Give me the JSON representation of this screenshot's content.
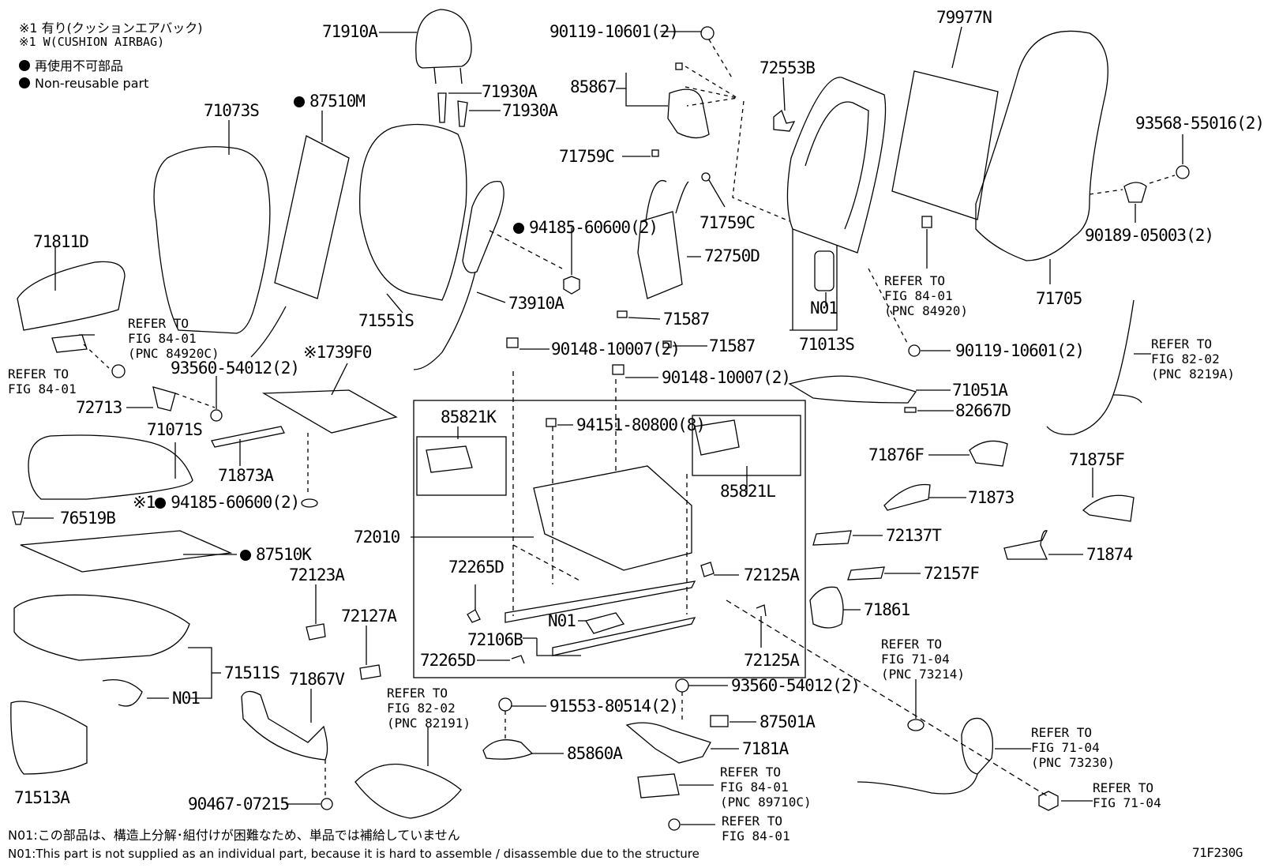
{
  "legend": {
    "note1_ja": "※1 有り(クッションエアバック)",
    "note1_en": "※1 W(CUSHION AIRBAG)",
    "nonreuse_ja": "再使用不可部品",
    "nonreuse_en": "Non-reusable part"
  },
  "footer": {
    "n01_ja": "N01:この部品は、構造上分解･組付けが困難なため、単品では補給していません",
    "n01_en": "N01:This part is not supplied as an individual part, because it is hard to assemble / disassemble due to the structure",
    "figure_code": "71F230G"
  },
  "parts": {
    "p71910A": "71910A",
    "p71930A_1": "71930A",
    "p71930A_2": "71930A",
    "p71073S": "71073S",
    "p87510M": "87510M",
    "p71811D": "71811D",
    "p71551S": "71551S",
    "p94185_60600_a": "94185-60600(2)",
    "p73910A": "73910A",
    "p90119_10601_top": "90119-10601(2)",
    "p85867": "85867",
    "p71759C_1": "71759C",
    "p71759C_2": "71759C",
    "p72750D": "72750D",
    "p71587_1": "71587",
    "p71587_2": "71587",
    "p72553B": "72553B",
    "p79977N": "79977N",
    "p93568_55016": "93568-55016(2)",
    "p90189_05003": "90189-05003(2)",
    "p71705": "71705",
    "pN01_a": "N01",
    "p71013S": "71013S",
    "p90119_10601_b": "90119-10601(2)",
    "p93560_54012_a": "93560-54012(2)",
    "p1739F0": "※1739F0",
    "p72713": "72713",
    "p71071S": "71071S",
    "p71873A": "71873A",
    "p94185_60600_b": "94185-60600(2)",
    "p94185_prefix": "※1",
    "p76519B": "76519B",
    "p87510K": "87510K",
    "p72123A": "72123A",
    "p72127A": "72127A",
    "p71511S": "71511S",
    "pN01_b": "N01",
    "p71867V": "71867V",
    "p71513A": "71513A",
    "p90467_07215": "90467-07215",
    "p90148_10007_a": "90148-10007(2)",
    "p90148_10007_b": "90148-10007(2)",
    "p85821K": "85821K",
    "p94151_80800": "94151-80800(8)",
    "p85821L": "85821L",
    "p72010": "72010",
    "p72265D_1": "72265D",
    "p72265D_2": "72265D",
    "pN01_c": "N01",
    "p72106B": "72106B",
    "p72125A_1": "72125A",
    "p72125A_2": "72125A",
    "p71051A": "71051A",
    "p82667D": "82667D",
    "p71876F": "71876F",
    "p71873": "71873",
    "p71875F": "71875F",
    "p72137T": "72137T",
    "p72157F": "72157F",
    "p71874": "71874",
    "p71861": "71861",
    "p93560_54012_b": "93560-54012(2)",
    "p87501A": "87501A",
    "p7181A": "7181A",
    "p91553_80514": "91553-80514(2)",
    "p85860A": "85860A"
  },
  "refs": {
    "r84920C": [
      "REFER TO",
      "FIG 84-01",
      "(PNC 84920C)"
    ],
    "r8401_left": [
      "REFER TO",
      "FIG 84-01"
    ],
    "r84920": [
      "REFER TO",
      "FIG 84-01",
      "(PNC 84920)"
    ],
    "r8219A": [
      "REFER TO",
      "FIG 82-02",
      "(PNC 8219A)"
    ],
    "r73214": [
      "REFER TO",
      "FIG 71-04",
      "(PNC 73214)"
    ],
    "r82191": [
      "REFER TO",
      "FIG 82-02",
      "(PNC 82191)"
    ],
    "r89710C": [
      "REFER TO",
      "FIG 84-01",
      "(PNC 89710C)"
    ],
    "r8401_bottom": [
      "REFER TO",
      "FIG 84-01"
    ],
    "r73230": [
      "REFER TO",
      "FIG 71-04",
      "(PNC 73230)"
    ],
    "r7104": [
      "REFER TO",
      "FIG 71-04"
    ]
  }
}
